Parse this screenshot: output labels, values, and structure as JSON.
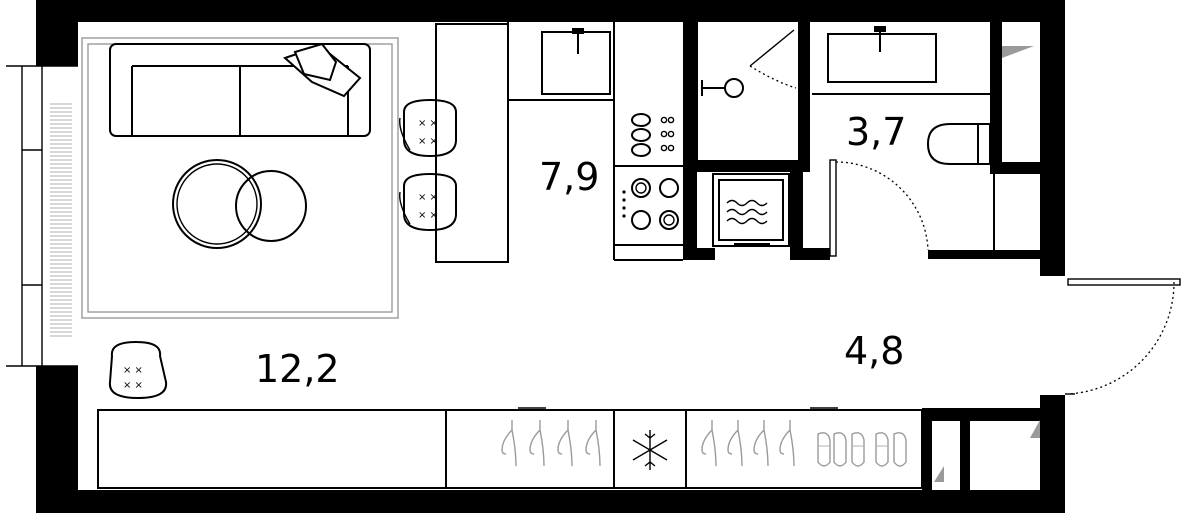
{
  "rooms": {
    "living": {
      "area": "12,2"
    },
    "kitchen": {
      "area": "7,9"
    },
    "bathroom": {
      "area": "3,7"
    },
    "hall": {
      "area": "4,8"
    }
  }
}
